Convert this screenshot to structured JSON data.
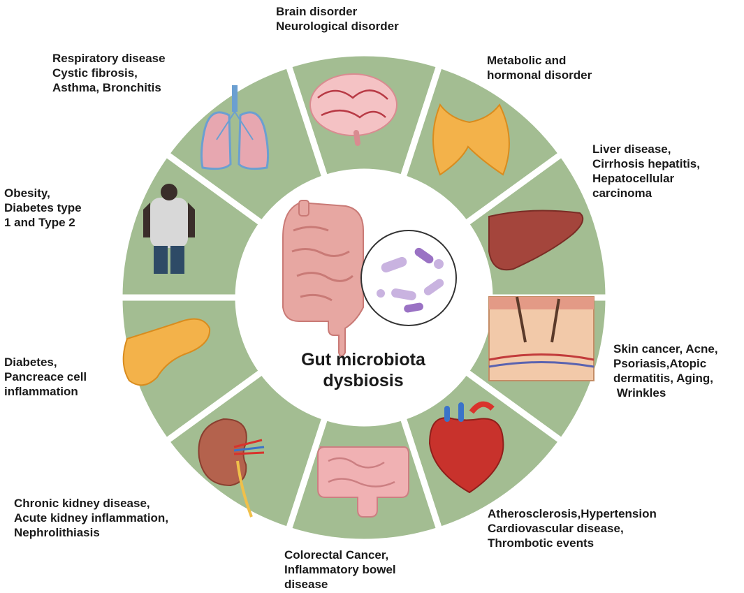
{
  "center": {
    "line1": "Gut microbiota",
    "line2": "dysbiosis"
  },
  "colors": {
    "segment": "#a3bd92",
    "gap": "#ffffff",
    "center": "#ffffff",
    "text": "#1a1a1a"
  },
  "segments": [
    {
      "id": "brain",
      "icon": "brain-icon",
      "lines": [
        "Brain disorder",
        "Neurological disorder"
      ]
    },
    {
      "id": "metabolic",
      "icon": "thyroid-icon",
      "lines": [
        "Metabolic and",
        "hormonal disorder"
      ]
    },
    {
      "id": "liver",
      "icon": "liver-icon",
      "lines": [
        "Liver disease,",
        "Cirrhosis hepatitis,",
        "Hepatocellular",
        "carcinoma"
      ]
    },
    {
      "id": "skin",
      "icon": "skin-icon",
      "lines": [
        "Skin cancer, Acne,",
        "Psoriasis,Atopic",
        "dermatitis, Aging,",
        " Wrinkles"
      ]
    },
    {
      "id": "heart",
      "icon": "heart-icon",
      "lines": [
        "Atherosclerosis,Hypertension",
        "Cardiovascular disease,",
        "Thrombotic events"
      ]
    },
    {
      "id": "colon",
      "icon": "colon-icon",
      "lines": [
        "Colorectal Cancer,",
        "Inflammatory bowel",
        "disease"
      ]
    },
    {
      "id": "kidney",
      "icon": "kidney-icon",
      "lines": [
        "Chronic kidney disease,",
        "Acute kidney inflammation,",
        "Nephrolithiasis"
      ]
    },
    {
      "id": "pancreas",
      "icon": "pancreas-icon",
      "lines": [
        "Diabetes,",
        "Pancreace cell",
        "inflammation"
      ]
    },
    {
      "id": "obesity",
      "icon": "person-icon",
      "lines": [
        "Obesity,",
        "Diabetes type",
        "1 and Type 2"
      ]
    },
    {
      "id": "lungs",
      "icon": "lungs-icon",
      "lines": [
        "Respiratory disease",
        "Cystic fibrosis,",
        "Asthma, Bronchitis"
      ]
    }
  ]
}
